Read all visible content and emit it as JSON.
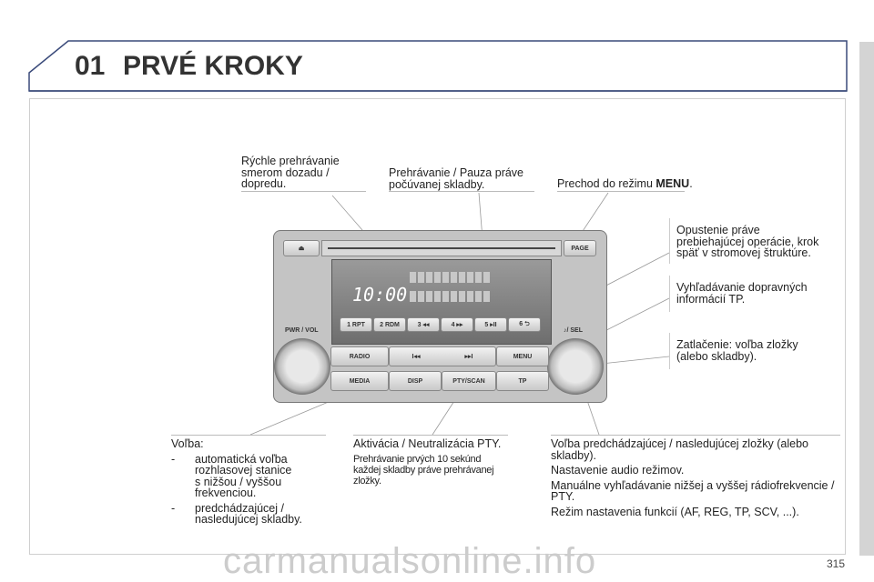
{
  "header": {
    "chapter": "01",
    "title": "PRVÉ KROKY"
  },
  "callouts": {
    "rewind_ff": [
      "Rýchle prehrávanie",
      "smerom dozadu /",
      "dopredu."
    ],
    "play_pause": [
      "Prehrávanie / Pauza práve",
      "počúvanej skladby."
    ],
    "menu_prefix": "Prechod do režimu ",
    "menu_bold": "MENU",
    "menu_suffix": ".",
    "back": [
      "Opustenie práve",
      "prebiehajúcej operácie, krok",
      "späť v stromovej štruktúre."
    ],
    "tp": [
      "Vyhľadávanie dopravných",
      "informácií TP."
    ],
    "press": [
      "Zatlačenie: voľba zložky",
      "(alebo skladby)."
    ],
    "choice_title": "Voľba:",
    "choice_items": [
      [
        "automatická voľba",
        "rozhlasovej stanice",
        "s nižšou / vyššou",
        "frekvenciou."
      ],
      [
        "predchádzajúcej /",
        "nasledujúcej skladby."
      ]
    ],
    "pty_title": "Aktivácia / Neutralizácia PTY.",
    "pty_desc": [
      "Prehrávanie prvých 10 sekúnd",
      "každej skladby práve prehrávanej",
      "zložky."
    ],
    "right_items": [
      [
        "Voľba predchádzajúcej / nasledujúcej zložky (alebo",
        "skladby)."
      ],
      [
        "Nastavenie audio režimov."
      ],
      [
        "Manuálne vyhľadávanie nižšej a vyššej rádiofrekvencie /",
        "PTY."
      ],
      [
        "Režim nastavenia funkcií (AF, REG, TP, SCV, ...)."
      ]
    ]
  },
  "radio": {
    "eject": "⏏",
    "page": "PAGE",
    "clock": "10:00",
    "presets": [
      "1 RPT",
      "2 RDM",
      "3 ◂◂",
      "4 ▸▸",
      "5 ▸II",
      "6 ⮌"
    ],
    "pwr": "PWR / VOL",
    "sel": "♪/ SEL",
    "radio": "RADIO",
    "prev": "I◂◂",
    "next": "▸▸I",
    "menu": "MENU",
    "media": "MEDIA",
    "disp": "DISP",
    "pty": "PTY/SCAN",
    "tp": "TP"
  },
  "footer": {
    "page_number": "315",
    "watermark": "carmanualsonline.info"
  }
}
